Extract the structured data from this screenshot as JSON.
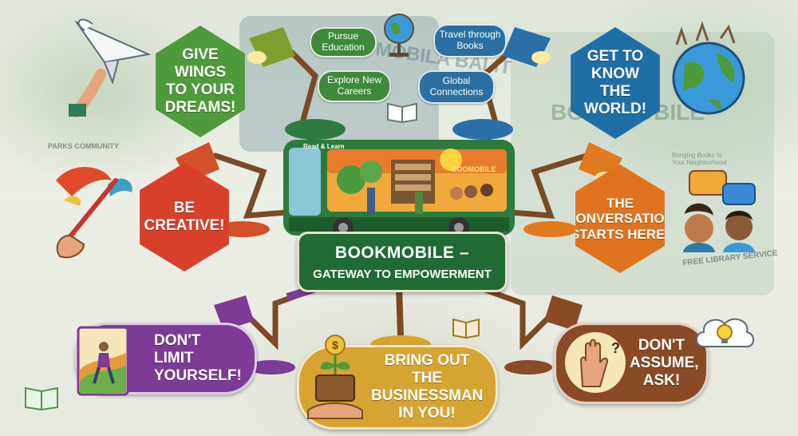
{
  "center": {
    "title_line1": "BOOKMOBILE –",
    "title_line2": "GATEWAY TO EMPOWERMENT",
    "bus_sign_left": "Read & Learn",
    "bus_sign_right": "BOOMOBILE"
  },
  "hexagons": {
    "dreams": {
      "label": "GIVE WINGS TO YOUR DREAMS!",
      "color": "#4f9a3a"
    },
    "world": {
      "label": "GET TO KNOW THE WORLD!",
      "color": "#1f6ea6"
    },
    "creative": {
      "label": "BE CREATIVE!",
      "color": "#d8402a"
    },
    "conversation": {
      "label": "THE CONVERSATION STARTS HERE!",
      "color": "#e0731f"
    }
  },
  "pills": {
    "pursue_education": {
      "label": "Pursue Education",
      "color": "#3f8a3a"
    },
    "explore_careers": {
      "label": "Explore New Careers",
      "color": "#3f8a3a"
    },
    "travel_books": {
      "label": "Travel through Books",
      "color": "#2a6fa0"
    },
    "global_connections": {
      "label": "Global Connections",
      "color": "#2a6fa0"
    }
  },
  "boxes": {
    "limit": {
      "label": "DON'T LIMIT YOURSELF!",
      "color": "#7d3a96"
    },
    "businessman": {
      "label": "BRING OUT THE BUSINESSMAN IN YOU!",
      "color": "#d7a431"
    },
    "assume": {
      "label": "DON'T ASSUME, ASK!",
      "color": "#8a4a26"
    }
  },
  "background": {
    "sign_left": "PARKS COMMUNITY",
    "van_text": "MOBILA BALIT",
    "van_right": "BOOKMOBILE",
    "van_sub": "Bringing Books to Your Neighborhood",
    "free_service": "FREE LIBRARY SERVICE"
  },
  "icons": [
    "paper-plane-icon",
    "globe-icon",
    "paintbrush-icon",
    "speech-bubbles-icon",
    "hiker-icon",
    "money-plant-icon",
    "raised-hand-icon",
    "lightbulb-icon",
    "book-icon",
    "desk-lamp-icon"
  ]
}
